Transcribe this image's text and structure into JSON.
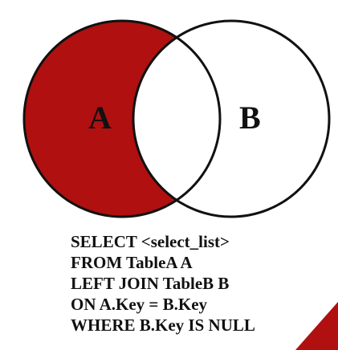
{
  "diagram": {
    "set_a_label": "A",
    "set_b_label": "B",
    "fill_color": "#B01010",
    "stroke_color": "#111111",
    "highlighted_region": "A only (A minus B)"
  },
  "sql": {
    "lines": [
      "SELECT <select_list>",
      "FROM TableA A",
      "LEFT JOIN TableB B",
      "ON A.Key = B.Key",
      "WHERE B.Key IS NULL"
    ]
  }
}
